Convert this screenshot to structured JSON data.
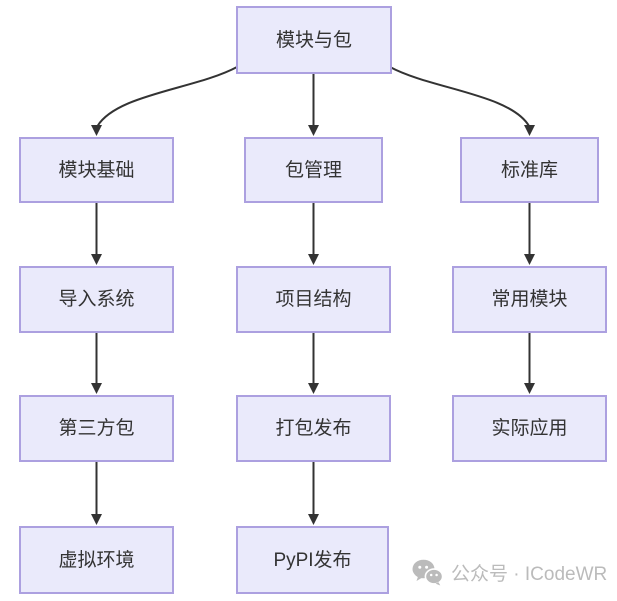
{
  "diagram": {
    "type": "flowchart",
    "direction": "top-down",
    "nodes": [
      {
        "id": "root",
        "label": "模块与包"
      },
      {
        "id": "module-basics",
        "label": "模块基础"
      },
      {
        "id": "package-management",
        "label": "包管理"
      },
      {
        "id": "standard-library",
        "label": "标准库"
      },
      {
        "id": "import-system",
        "label": "导入系统"
      },
      {
        "id": "project-structure",
        "label": "项目结构"
      },
      {
        "id": "common-modules",
        "label": "常用模块"
      },
      {
        "id": "third-party-packages",
        "label": "第三方包"
      },
      {
        "id": "packaging-release",
        "label": "打包发布"
      },
      {
        "id": "practical-applications",
        "label": "实际应用"
      },
      {
        "id": "virtual-environment",
        "label": "虚拟环境"
      },
      {
        "id": "pypi-release",
        "label": "PyPI发布"
      }
    ],
    "edges": [
      {
        "from": "root",
        "to": "module-basics"
      },
      {
        "from": "root",
        "to": "package-management"
      },
      {
        "from": "root",
        "to": "standard-library"
      },
      {
        "from": "module-basics",
        "to": "import-system"
      },
      {
        "from": "import-system",
        "to": "third-party-packages"
      },
      {
        "from": "third-party-packages",
        "to": "virtual-environment"
      },
      {
        "from": "package-management",
        "to": "project-structure"
      },
      {
        "from": "project-structure",
        "to": "packaging-release"
      },
      {
        "from": "packaging-release",
        "to": "pypi-release"
      },
      {
        "from": "standard-library",
        "to": "common-modules"
      },
      {
        "from": "common-modules",
        "to": "practical-applications"
      }
    ],
    "colors": {
      "node_fill": "#EAEAFB",
      "node_border": "#ACA0E0",
      "node_text": "#333333",
      "arrow": "#333333",
      "background": "#FFFFFF"
    }
  },
  "watermark": {
    "icon": "wechat-icon",
    "text": "公众号 · ICodeWR",
    "color": "#BBBBBB"
  }
}
